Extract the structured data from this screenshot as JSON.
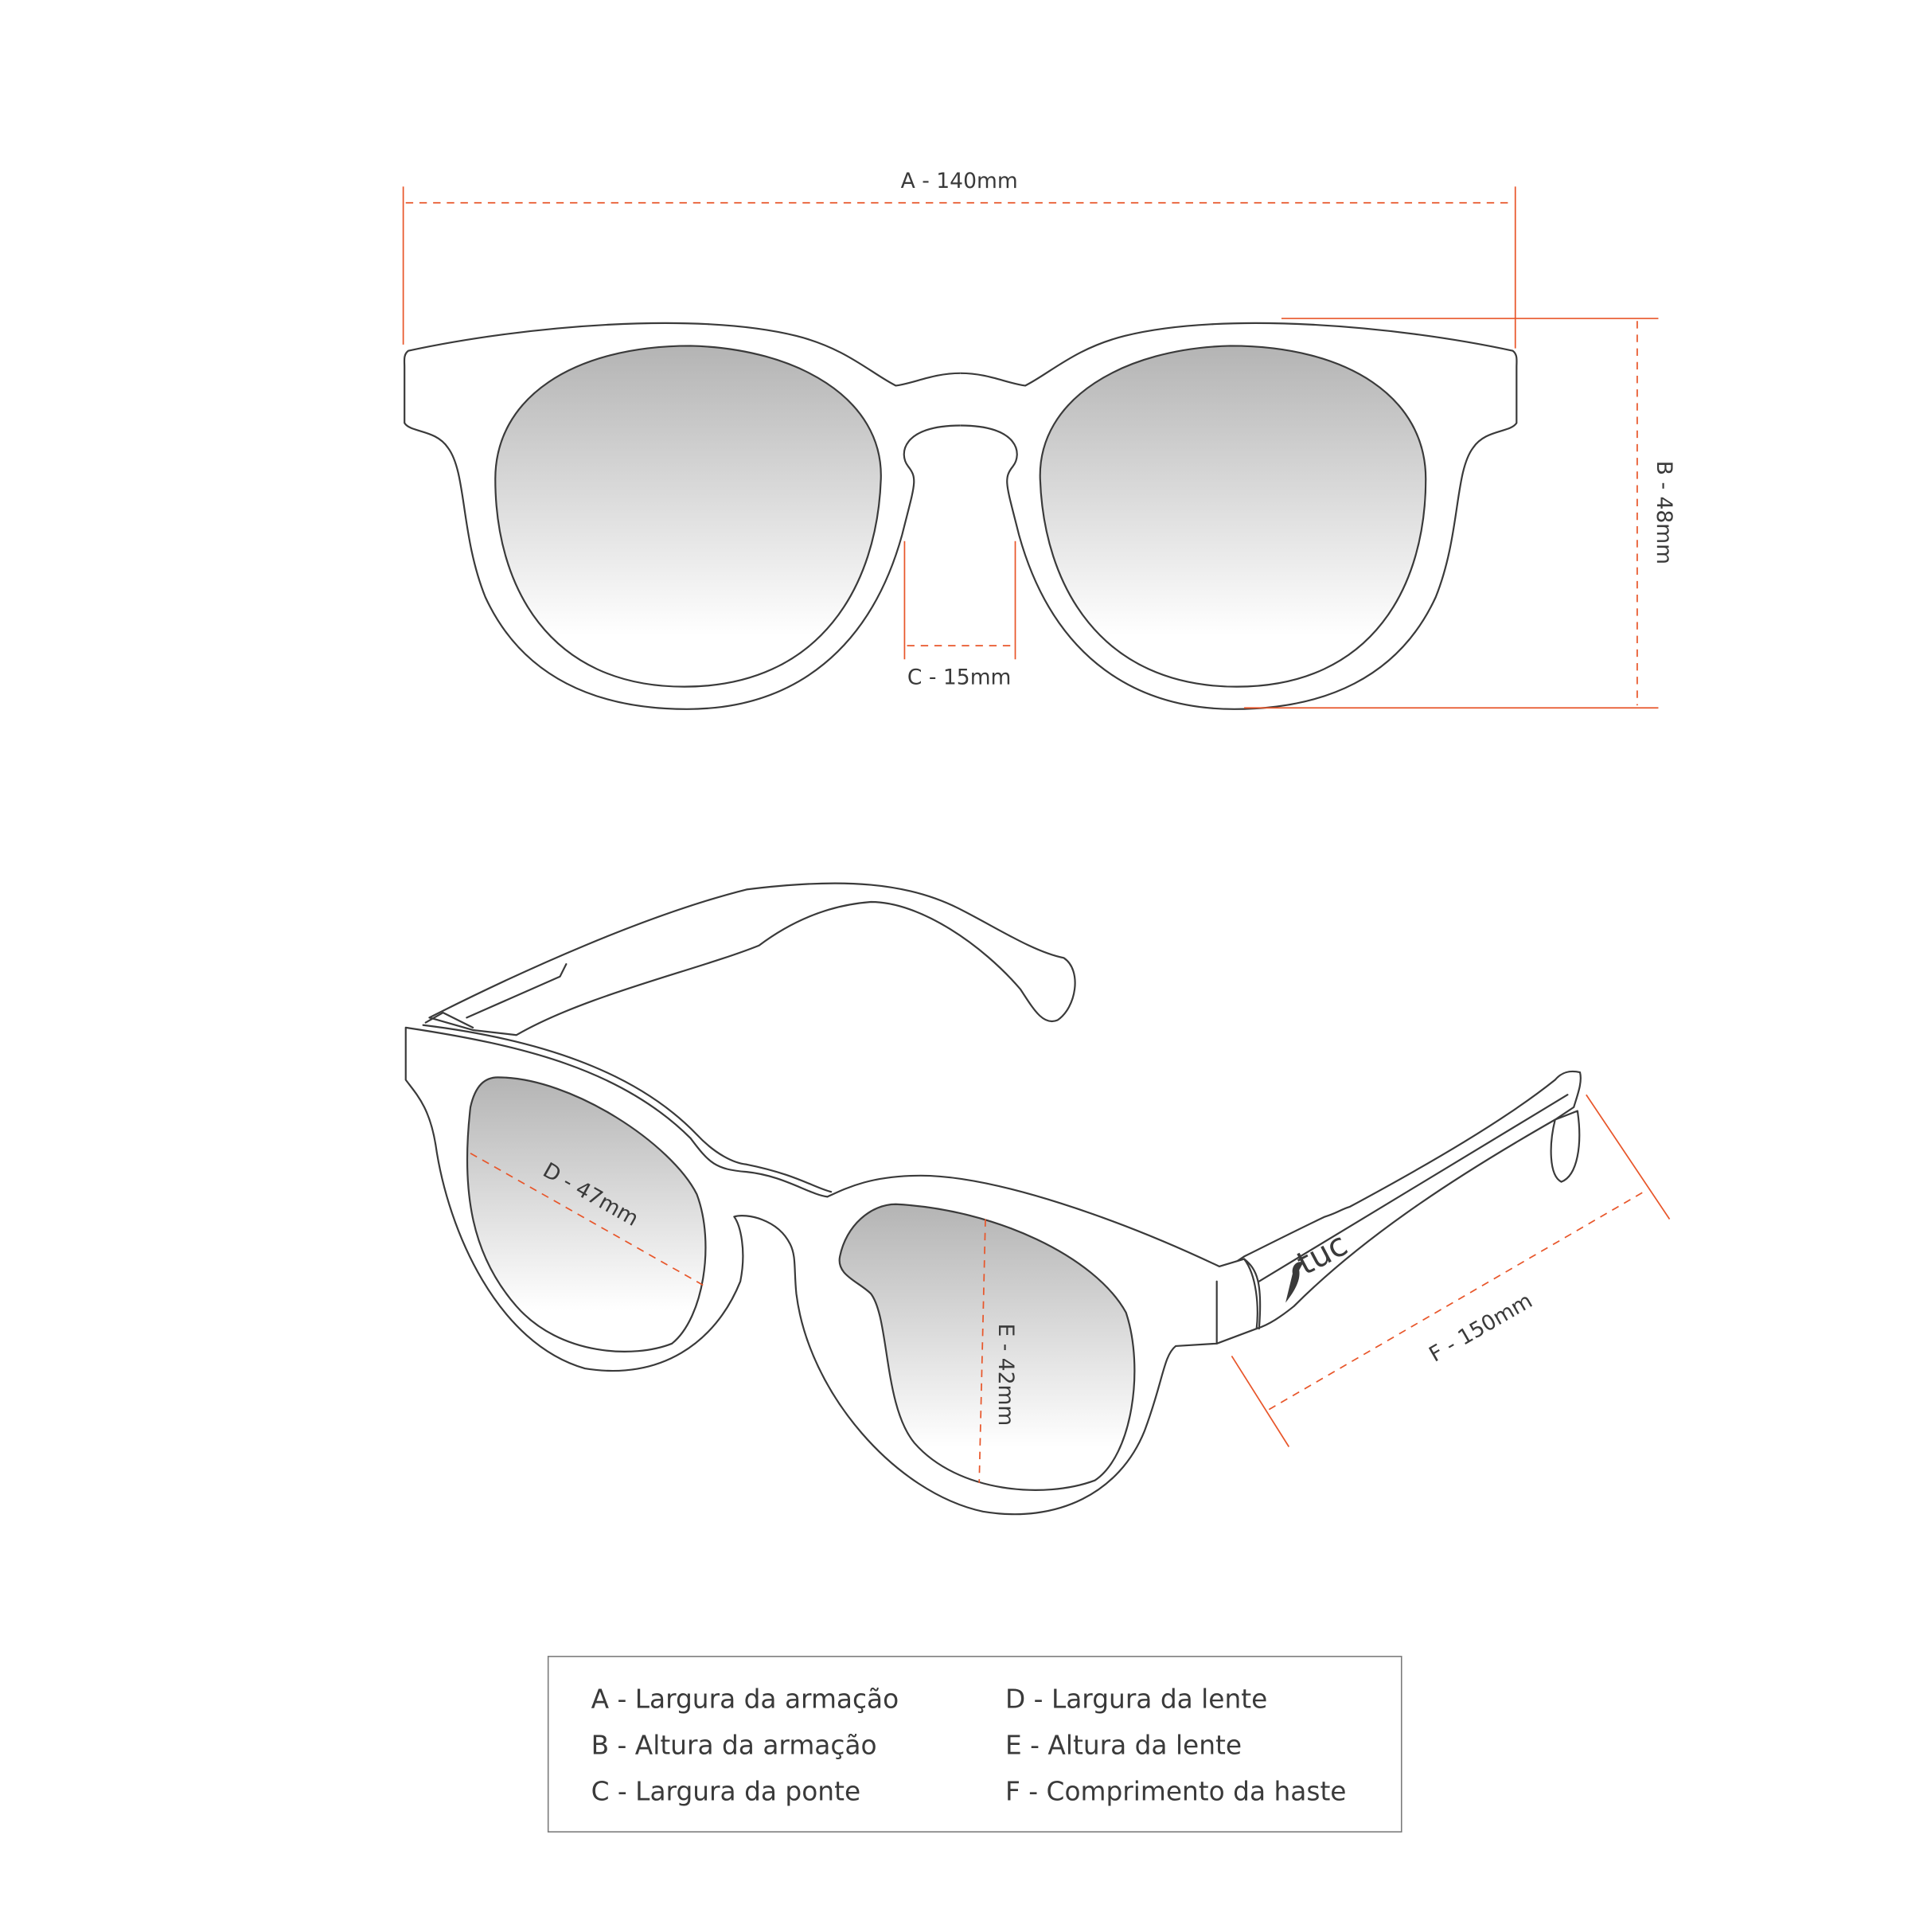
{
  "dimensions": {
    "a": "A - 140mm",
    "b": "B - 48mm",
    "c": "C - 15mm",
    "d": "D - 47mm",
    "e": "E - 42mm",
    "f": "F - 150mm"
  },
  "logo": "tuc",
  "legend": {
    "left": [
      "A - Largura da armação",
      "B - Altura da armação",
      "C - Largura da ponte"
    ],
    "right": [
      "D - Largura da lente",
      "E - Altura da lente",
      "F - Comprimento da haste"
    ]
  },
  "colors": {
    "dimension_line": "#e8562a",
    "outline": "#3a3a3a"
  }
}
